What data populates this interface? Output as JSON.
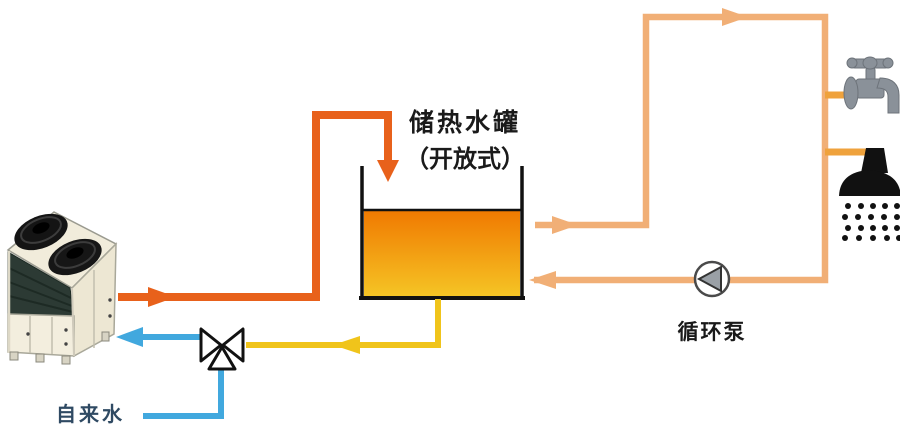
{
  "labels": {
    "tank_title": "储热水罐",
    "tank_subtitle": "（开放式）",
    "circulation_pump": "循环泵",
    "tap_water": "自来水"
  },
  "icons": {
    "heat_pump": "heat-pump-unit",
    "storage_tank": "open-top-storage-tank",
    "valve": "three-way-valve-icon",
    "pump": "circulation-pump-icon",
    "faucet": "faucet-icon",
    "shower": "shower-icon"
  },
  "colors": {
    "hot_water_pipe": "#E8611B",
    "circulation_pipe": "#F1AF76",
    "branch_pipe": "#EFA23C",
    "warm_water_pipe": "#F0C41B",
    "cold_water_pipe": "#41A8DE",
    "tap_water_label": "#2F4A63",
    "tank_water_top": "#F07800",
    "tank_water_bottom": "#F5C525",
    "tank_outline": "#111111",
    "faucet_gray": "#8A9199",
    "shower_black": "#111111"
  }
}
